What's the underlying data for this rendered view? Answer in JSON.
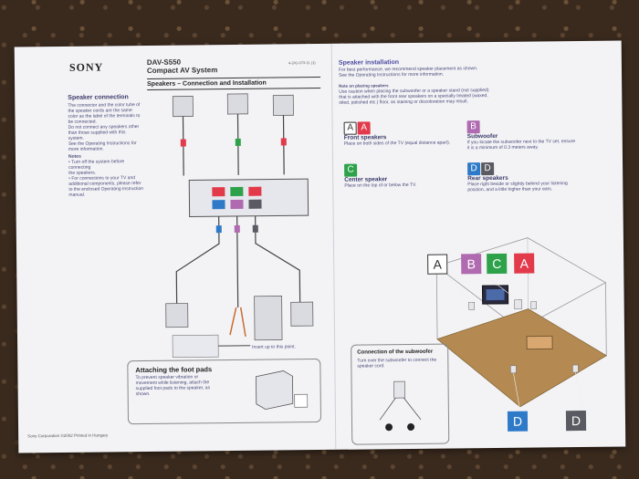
{
  "left": {
    "brand": "SONY",
    "model": "DAV-S550",
    "product": "Compact AV System",
    "doc_code": "4-241-073-11 (1)",
    "section_title": "Speakers –  Connection and Installation",
    "speaker_connection": {
      "title": "Speaker connection",
      "lines": [
        "The connector and the color tube of",
        "the speaker cords are the same",
        "color as the label of the terminals to",
        "be connected.",
        "Do not connect any speakers other",
        "than those supplied with this",
        "system.",
        "See the Operating Instructions for",
        "more information."
      ]
    },
    "notes": {
      "title": "Notes",
      "lines": [
        "• Turn off the system before connecting",
        "  the speakers.",
        "• For connections to your TV and",
        "  additional components, please refer",
        "  to the enclosed Operating Instruction",
        "  manual."
      ]
    },
    "diagram_label_insert": "Insert up to this point.",
    "foot_pads": {
      "title": "Attaching the foot pads",
      "lines": [
        "To prevent speaker vibration or",
        "movement while listening, attach the",
        "supplied foot pads to the speaker, as",
        "shown."
      ]
    },
    "corporation": "Sony Corporation ©2002   Printed in Hungary"
  },
  "right": {
    "speaker_installation": {
      "title": "Speaker installation",
      "lines": [
        "For best performance, we recommend speaker placement as shown.",
        "See the Operating Instructions for more information."
      ]
    },
    "note_on_placing": {
      "title": "Note on placing speakers",
      "lines": [
        "Use caution when placing the subwoofer or a speaker stand (not supplied)",
        "that is attached with the front rear speakers on a specially treated (waxed,",
        "oiled, polished etc.) floor, as staining or discoloration may result."
      ]
    },
    "speakers": [
      {
        "badges": [
          "A",
          "A"
        ],
        "name": "Front speakers",
        "desc": "Place on both sides of the TV (equal distance apart)."
      },
      {
        "badges": [
          "B"
        ],
        "name": "Subwoofer",
        "desc": "If you locate the subwoofer next to the TV set, ensure it is a minimum of 0.3 meters away."
      },
      {
        "badges": [
          "C"
        ],
        "name": "Center speaker",
        "desc": "Place on the top of or below the TV."
      },
      {
        "badges": [
          "D",
          "D"
        ],
        "name": "Rear speakers",
        "desc": "Place right beside or slightly behind your listening position, and a little higher than your ears."
      }
    ],
    "room_labels": [
      "A",
      "B",
      "C",
      "A",
      "D",
      "D"
    ],
    "connection_subwoofer": {
      "title": "Connection of the subwoofer",
      "lines": [
        "Turn over the subwoofer to connect the",
        "speaker cord."
      ]
    }
  },
  "colors": {
    "front": "#e23a4a",
    "subwoofer": "#b06ab0",
    "center": "#2ea24a",
    "rear": "#2f7ac8",
    "rear_dark": "#5a5a62",
    "room_floor": "#b48a52"
  }
}
